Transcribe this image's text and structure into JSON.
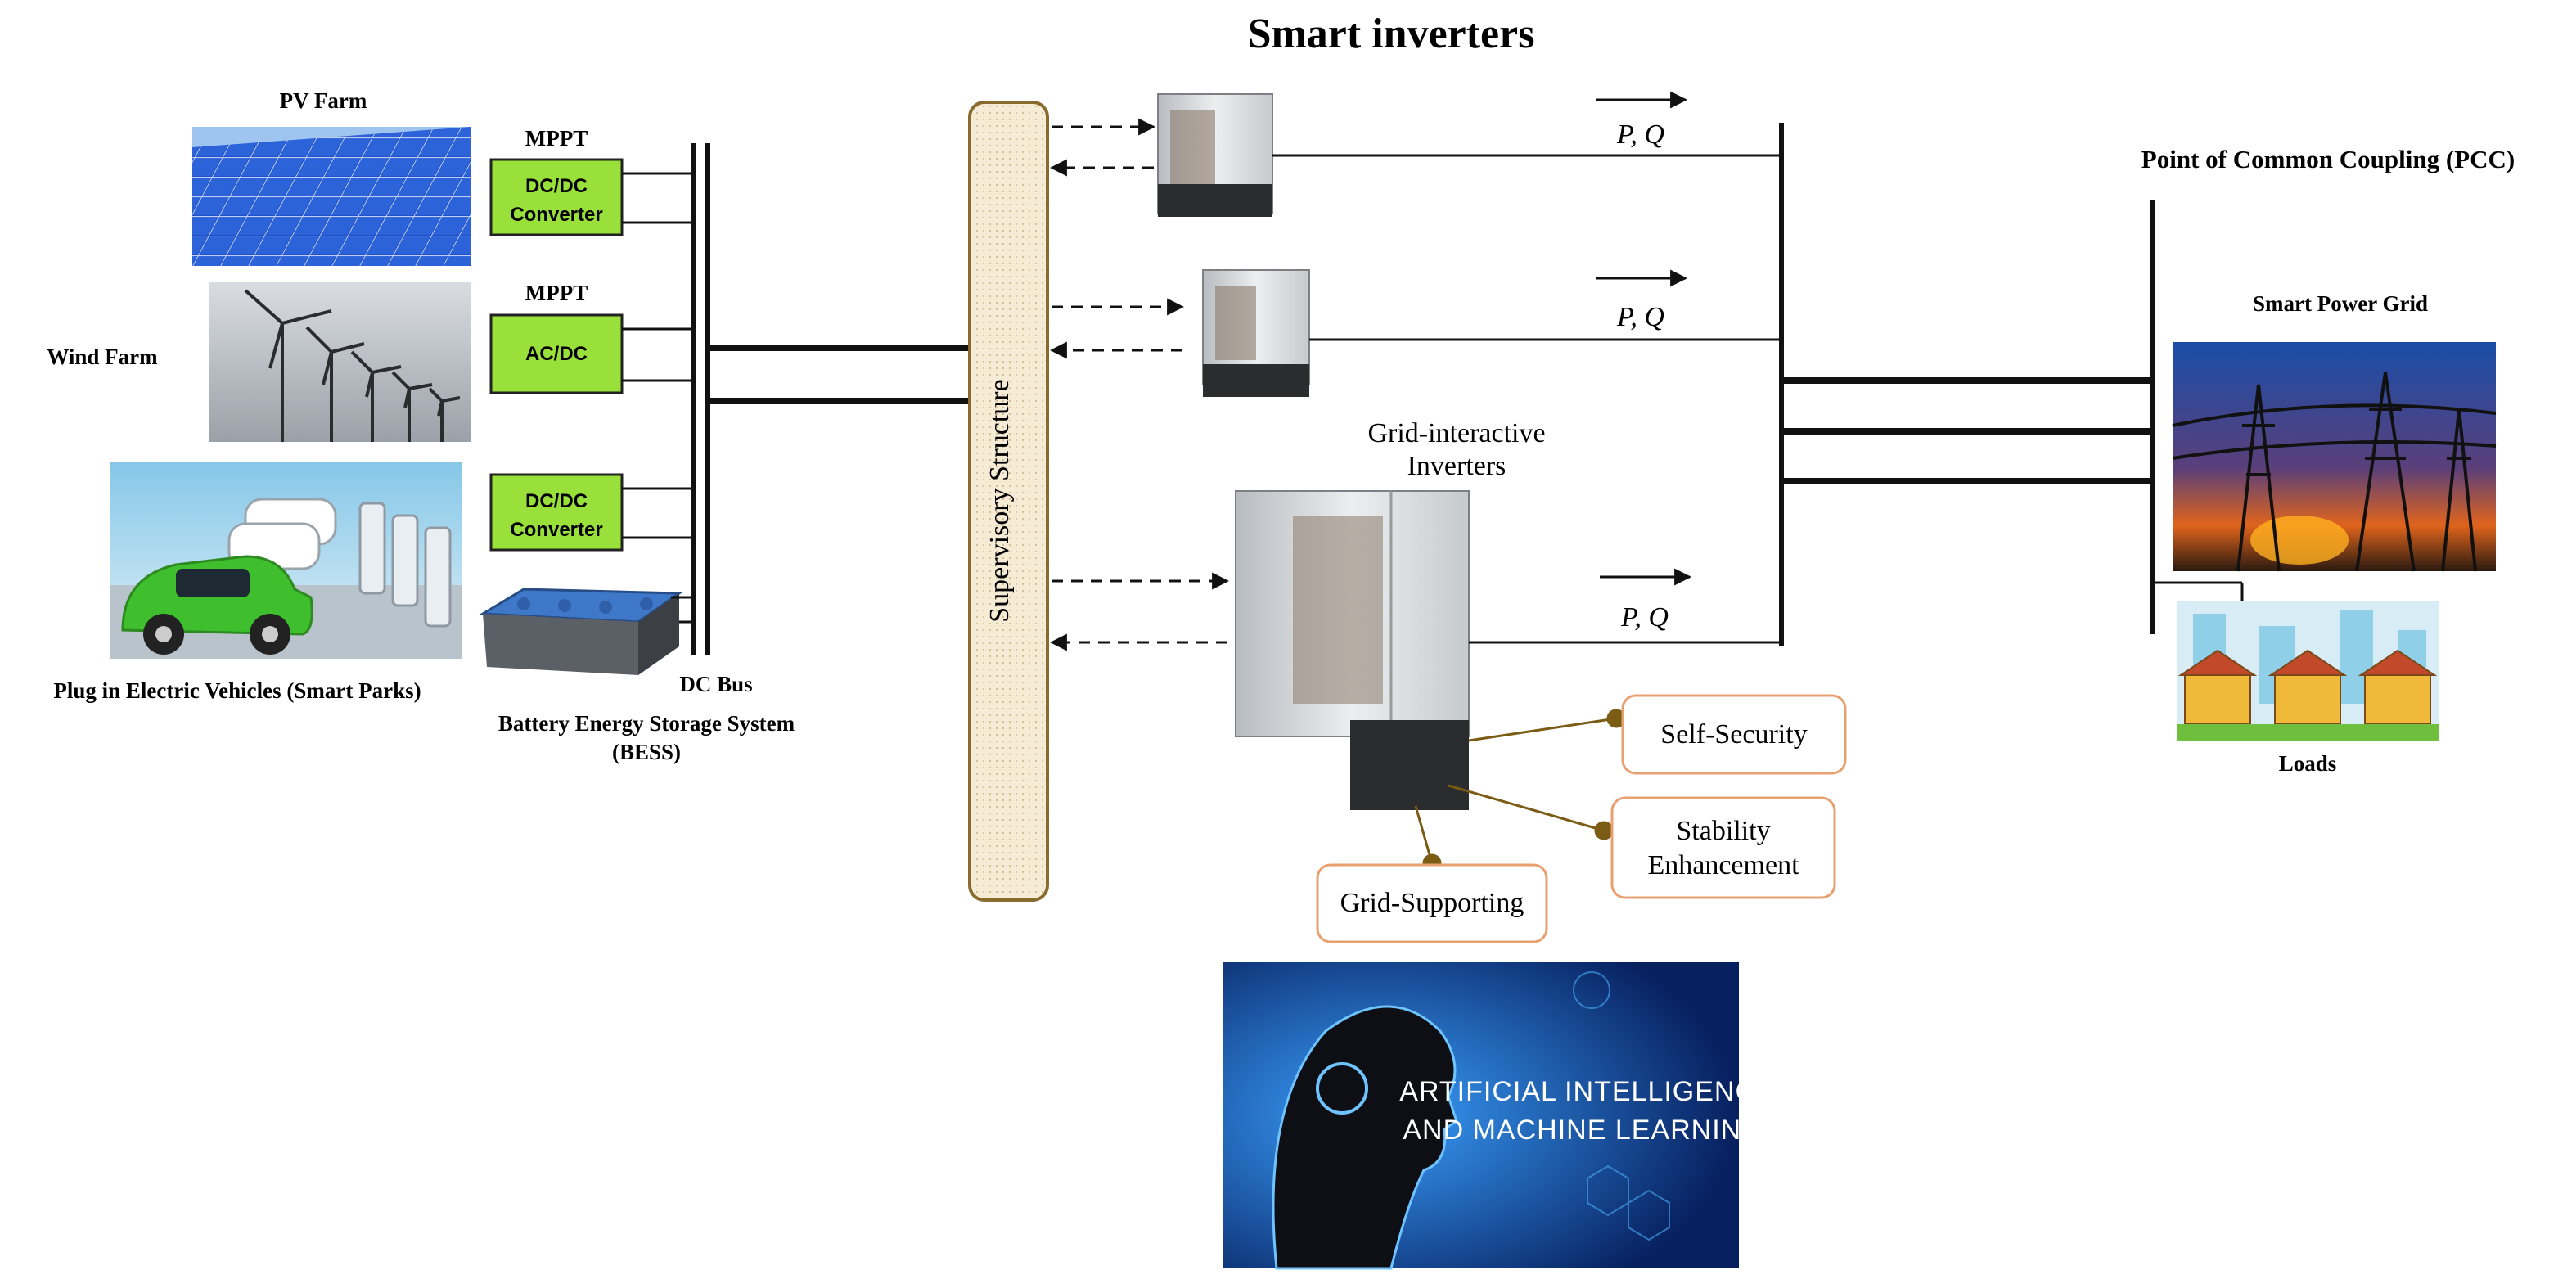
{
  "title": "Smart inverters",
  "sources": {
    "pv_farm": "PV Farm",
    "wind_farm": "Wind Farm",
    "ev_line1": "Plug in Electric Vehicles (Smart Parks)",
    "bess_line1": "Battery Energy Storage System",
    "bess_line2": "(BESS)"
  },
  "converters": {
    "mppt_pv": "MPPT",
    "dcdc_pv_line1": "DC/DC",
    "dcdc_pv_line2": "Converter",
    "mppt_wind": "MPPT",
    "acdc_wind": "AC/DC",
    "dcdc_ev_line1": "DC/DC",
    "dcdc_ev_line2": "Converter"
  },
  "dc_bus": "DC Bus",
  "supervisory": "Supervisory Structure",
  "inverters": {
    "label_line1": "Grid-interactive",
    "label_line2": "Inverters",
    "pq": [
      "P, Q",
      "P, Q",
      "P, Q"
    ]
  },
  "features": {
    "self_security": "Self-Security",
    "stability_line1": "Stability",
    "stability_line2": "Enhancement",
    "grid_supporting": "Grid-Supporting"
  },
  "pcc": "Point of Common Coupling (PCC)",
  "smart_grid": "Smart Power Grid",
  "loads": "Loads",
  "ai_banner": {
    "line1": "ARTIFICIAL INTELLIGENCE",
    "line2": "AND MACHINE LEARNING"
  },
  "colors": {
    "converter_fill": "#99e03a",
    "supervisory_fill": "#f6ecd6",
    "supervisory_stroke": "#8a6b2e",
    "feature_stroke": "#e8a070",
    "feature_dot": "#7a5c14",
    "ai_bg": "#0b2d8a"
  }
}
